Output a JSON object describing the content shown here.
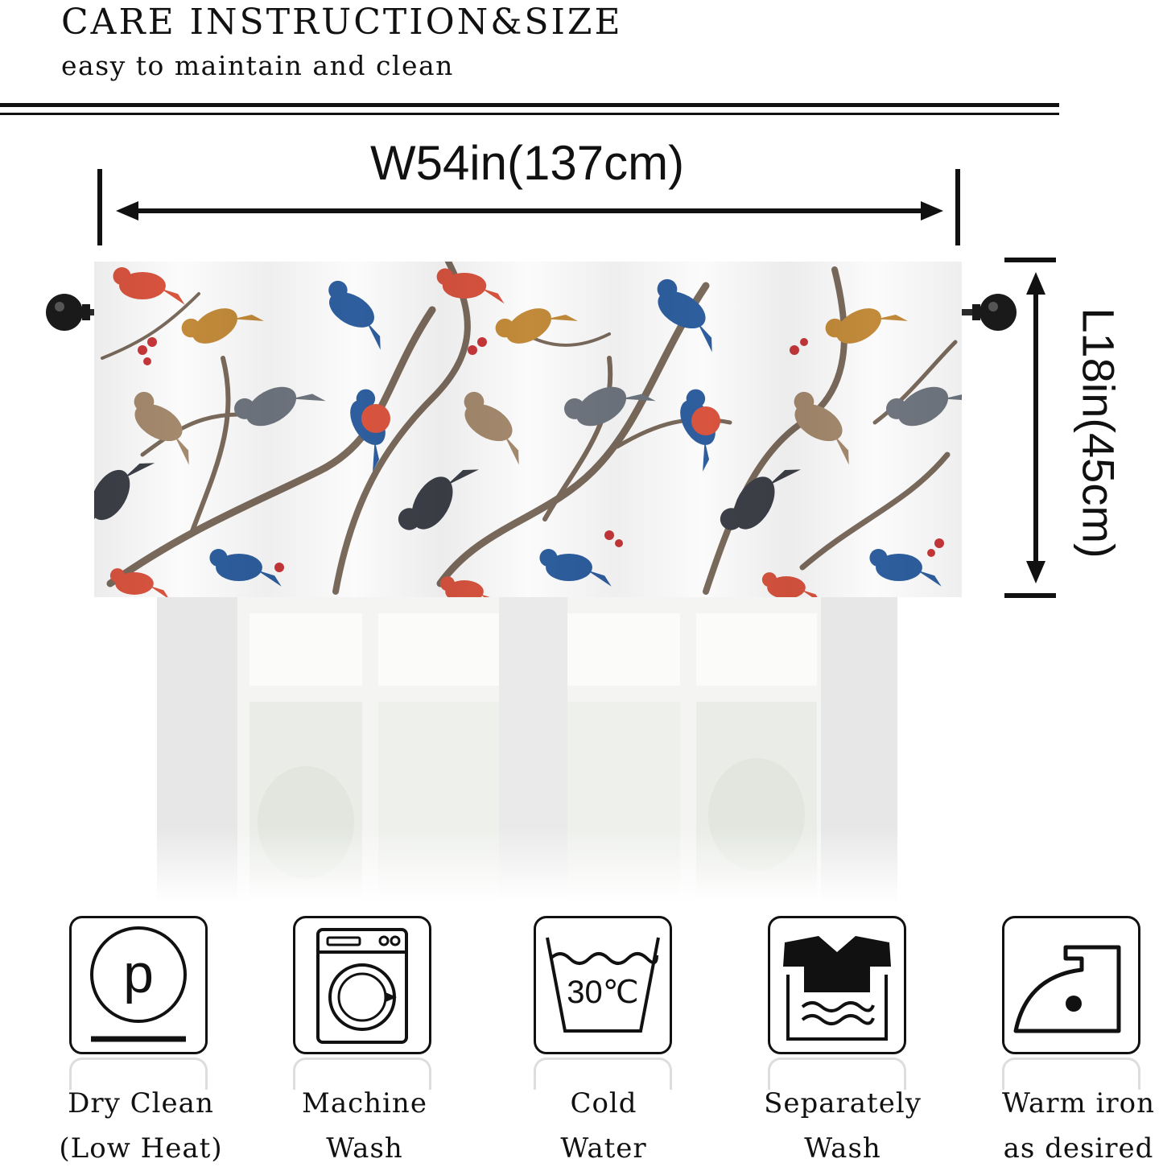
{
  "header": {
    "title": "CARE INSTRUCTION&SIZE",
    "subtitle": "easy to maintain and clean"
  },
  "dimensions": {
    "width_label": "W54in(137cm)",
    "height_label": "L18in(45cm)"
  },
  "valance": {
    "pattern": "watercolor birds on branches",
    "colors": {
      "background": "#fbfbfb",
      "branch": "#7a6a5c",
      "blue_bird": "#2e5e9e",
      "red_breast": "#d9543f",
      "grey_bird": "#6f7680",
      "ochre_bird": "#c28a3a",
      "berry": "#c7373a"
    }
  },
  "care": {
    "items": [
      {
        "icon": "dry-clean-icon",
        "line1": "Dry Clean",
        "line2": "(Low Heat)"
      },
      {
        "icon": "washing-machine-icon",
        "line1": "Machine",
        "line2": "Wash"
      },
      {
        "icon": "wash-tub-icon",
        "line1": "Cold",
        "line2": "Water",
        "temp": "30℃"
      },
      {
        "icon": "separate-wash-icon",
        "line1": "Separately",
        "line2": "Wash"
      },
      {
        "icon": "iron-icon",
        "line1": "Warm iron",
        "line2": "as desired"
      }
    ],
    "dry_clean_letter": "p"
  }
}
